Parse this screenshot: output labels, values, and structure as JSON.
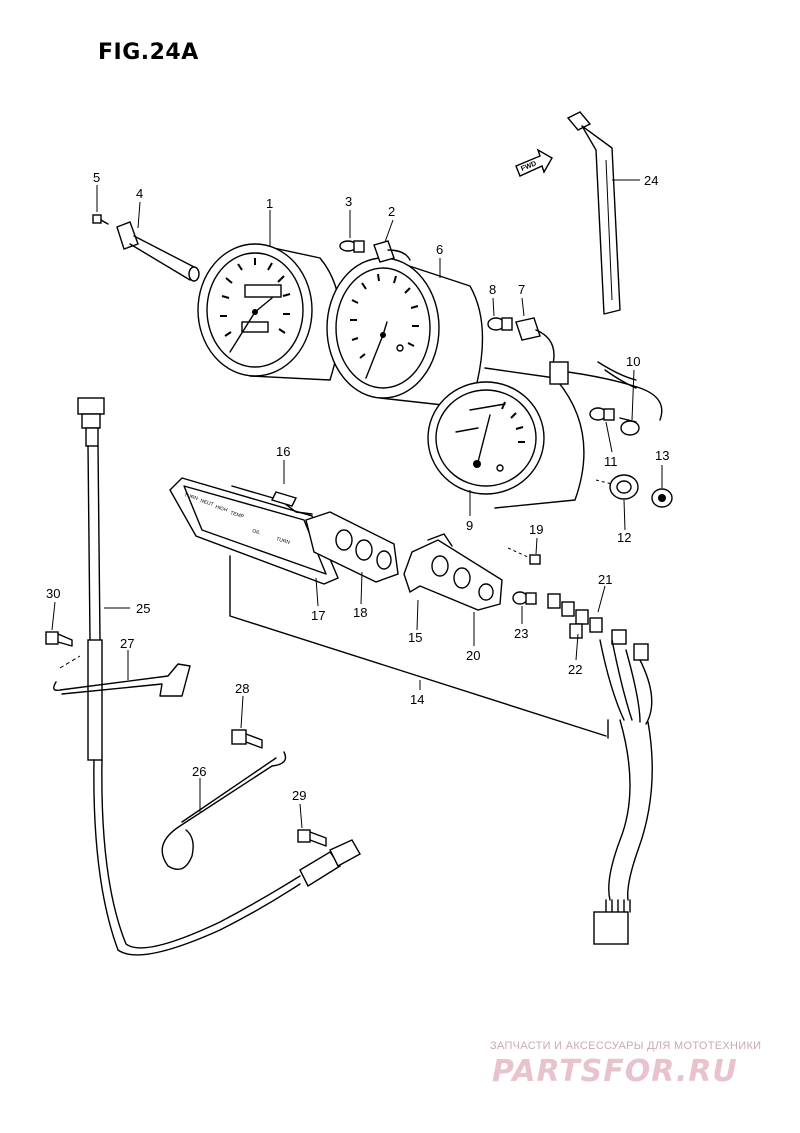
{
  "figure": {
    "title": "FIG.24A"
  },
  "fwd_label": "FWD",
  "indicator_labels": {
    "turn_left": "TURN",
    "neutral": "NEUT",
    "high": "HIGH",
    "oil": "OIL",
    "temp": "TEMP",
    "turn_right": "TURN"
  },
  "watermark": {
    "tagline": "ЗАПЧАСТИ И АКСЕССУАРЫ ДЛЯ МОТОТЕХНИКИ",
    "logo": "PARTSFOR.RU"
  },
  "callouts": [
    {
      "id": "c1",
      "label": "1"
    },
    {
      "id": "c2",
      "label": "2"
    },
    {
      "id": "c3",
      "label": "3"
    },
    {
      "id": "c4",
      "label": "4"
    },
    {
      "id": "c5",
      "label": "5"
    },
    {
      "id": "c6",
      "label": "6"
    },
    {
      "id": "c7",
      "label": "7"
    },
    {
      "id": "c8",
      "label": "8"
    },
    {
      "id": "c9",
      "label": "9"
    },
    {
      "id": "c10",
      "label": "10"
    },
    {
      "id": "c11",
      "label": "11"
    },
    {
      "id": "c12",
      "label": "12"
    },
    {
      "id": "c13",
      "label": "13"
    },
    {
      "id": "c14",
      "label": "14"
    },
    {
      "id": "c15",
      "label": "15"
    },
    {
      "id": "c16",
      "label": "16"
    },
    {
      "id": "c17",
      "label": "17"
    },
    {
      "id": "c18",
      "label": "18"
    },
    {
      "id": "c19",
      "label": "19"
    },
    {
      "id": "c20",
      "label": "20"
    },
    {
      "id": "c21",
      "label": "21"
    },
    {
      "id": "c22",
      "label": "22"
    },
    {
      "id": "c23",
      "label": "23"
    },
    {
      "id": "c24",
      "label": "24"
    },
    {
      "id": "c25",
      "label": "25"
    },
    {
      "id": "c26",
      "label": "26"
    },
    {
      "id": "c27",
      "label": "27"
    },
    {
      "id": "c28",
      "label": "28"
    },
    {
      "id": "c29",
      "label": "29"
    },
    {
      "id": "c30",
      "label": "30"
    }
  ]
}
